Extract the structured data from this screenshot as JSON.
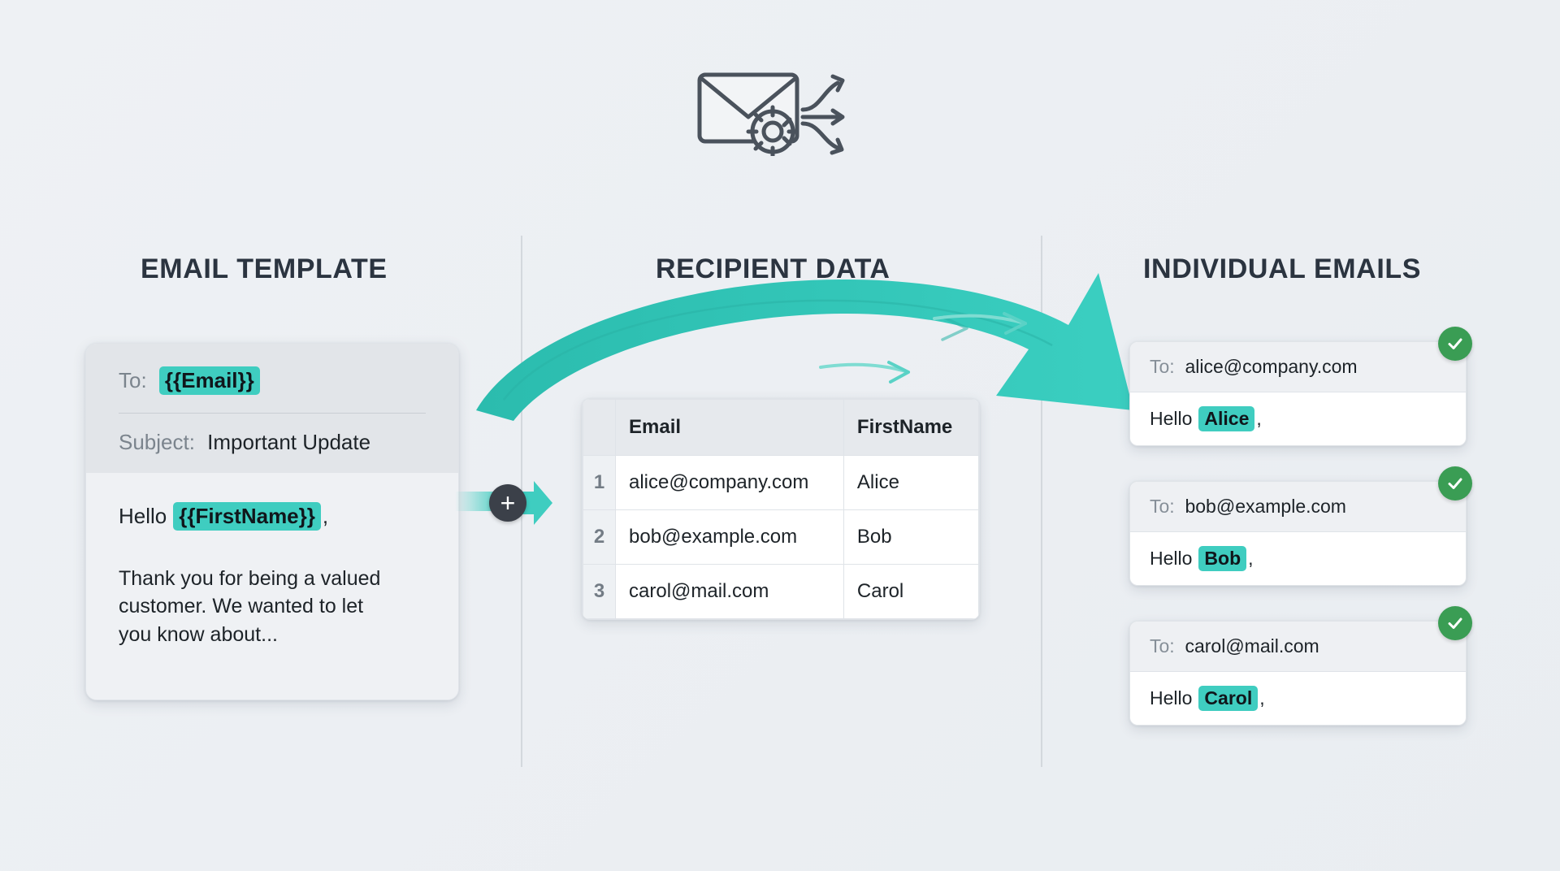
{
  "header": {
    "icon": "envelope-gear-arrows-icon"
  },
  "columns": {
    "template_title": "EMAIL TEMPLATE",
    "data_title": "RECIPIENT DATA",
    "emails_title": "INDIVIDUAL EMAILS"
  },
  "template": {
    "to_label": "To:",
    "to_token": "{{Email}}",
    "subject_label": "Subject:",
    "subject_value": "Important Update",
    "greeting_label": "Hello",
    "greeting_token": "{{FirstName}}",
    "greeting_comma": ",",
    "body_paragraph": "Thank you for being a valued customer. We wanted to let you know about..."
  },
  "connector": {
    "plus_label": "+",
    "arrow": "merge-arrow-icon"
  },
  "recipient_table": {
    "index_header": "",
    "headers": [
      "Email",
      "FirstName"
    ],
    "rows": [
      {
        "index": "1",
        "email": "alice@company.com",
        "firstname": "Alice"
      },
      {
        "index": "2",
        "email": "bob@example.com",
        "firstname": "Bob"
      },
      {
        "index": "3",
        "email": "carol@mail.com",
        "firstname": "Carol"
      }
    ]
  },
  "individual_emails": [
    {
      "to_label": "To:",
      "to_value": "alice@company.com",
      "greeting_label": "Hello",
      "name": "Alice",
      "comma": ",",
      "status": "sent"
    },
    {
      "to_label": "To:",
      "to_value": "bob@example.com",
      "greeting_label": "Hello",
      "name": "Bob",
      "comma": ",",
      "status": "sent"
    },
    {
      "to_label": "To:",
      "to_value": "carol@mail.com",
      "greeting_label": "Hello",
      "name": "Carol",
      "comma": ",",
      "status": "sent"
    }
  ],
  "colors": {
    "background": "#eceff3",
    "accent_teal": "#3fcdc0",
    "arrow_teal": "#2bbfb0",
    "success_green": "#3a9d54",
    "title_navy": "#2b3440",
    "muted_text": "#7b848d"
  }
}
